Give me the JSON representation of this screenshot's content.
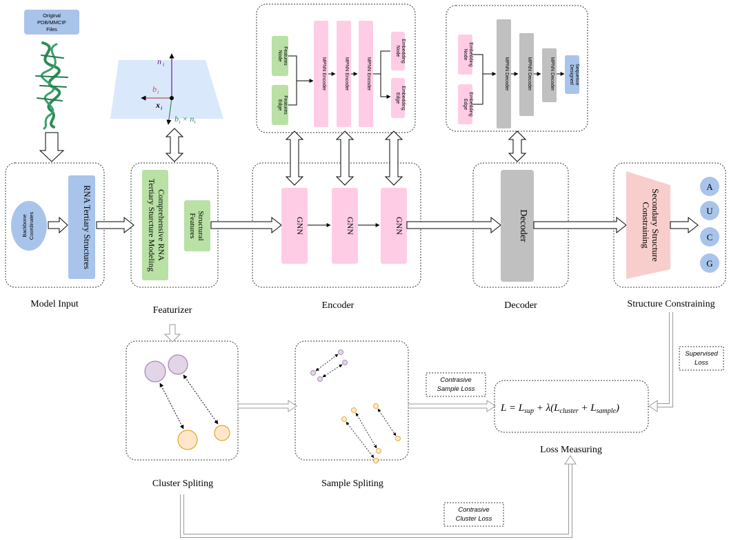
{
  "input": {
    "files_line1": "Original",
    "files_line2": "PDB/MMCIF",
    "files_line3": "Files",
    "backbone_line1": "Backbone",
    "backbone_line2": "Coordinates",
    "rna_structures": "RNA Tertiary Structures",
    "label": "Model Input"
  },
  "featurizer": {
    "modeling_line1": "Comprehensive RNA",
    "modeling_line2": "Tertiary Sturcture Modeling",
    "structural_line1": "Structural",
    "structural_line2": "Features",
    "label": "Featurizer",
    "frame": {
      "n": "n",
      "n_sub": "i",
      "b": "b",
      "b_sub": "i",
      "x": "x",
      "x_sub": "i",
      "bxn": "b",
      "bxn_sub1": "i",
      "bxn_mid": " × n",
      "bxn_sub2": "i"
    }
  },
  "encoder": {
    "gnn1": "GNN",
    "gnn2": "GNN",
    "gnn3": "GNN",
    "label": "Encoder",
    "detail": {
      "node_features_1": "Node",
      "node_features_2": "Features",
      "edge_features_1": "Edge",
      "edge_features_2": "Features",
      "mpnn1": "MPNN Encoder",
      "mpnn2": "MPNN Encoder",
      "mpnn3": "MPNN Encoder",
      "node_emb_1": "Node",
      "node_emb_2": "Embedding",
      "edge_emb_1": "Edge",
      "edge_emb_2": "Embedding"
    }
  },
  "decoder": {
    "box": "Decoder",
    "label": "Decoder",
    "detail": {
      "node_emb_1": "Node",
      "node_emb_2": "Embedding",
      "edge_emb_1": "Edge",
      "edge_emb_2": "Embedding",
      "mpnn1": "MPNN Decoder",
      "mpnn2": "MPNN Decoder",
      "mpnn3": "MPNN Decoder",
      "designed_1": "Designed",
      "designed_2": "Sequence"
    }
  },
  "constraint": {
    "line1": "Secondary Structure",
    "line2": "Constraining",
    "label": "Structure Constraining",
    "bases": [
      "A",
      "U",
      "C",
      "G"
    ]
  },
  "cluster": {
    "label": "Cluster Spliting"
  },
  "sample": {
    "label": "Sample Spliting"
  },
  "loss": {
    "label": "Loss Measuring",
    "formula_main": "L = L",
    "sup_sub": "sup",
    "plus_lambda": " + λ(L",
    "cluster_sub": "cluster",
    "plus_L": " + L",
    "sample_sub": "sample",
    "close": ")",
    "supervised_1": "Supervised",
    "supervised_2": "Loss",
    "contrastive_sample_1": "Contrasive",
    "contrastive_sample_2": "Sample Loss",
    "contrastive_cluster_1": "Contrasive",
    "contrastive_cluster_2": "Cluster Loss"
  },
  "colors": {
    "blue_box": "#a9c4eb",
    "green_box": "#b9e0a5",
    "pink_box": "#ffcce6",
    "grey_box": "#c0c0c0",
    "salmon": "#f8cecc",
    "purple_node": "#e1d5e7",
    "orange_node": "#ffe6cc",
    "plane": "#dae8fc",
    "rna_green": "#2e8b57"
  }
}
